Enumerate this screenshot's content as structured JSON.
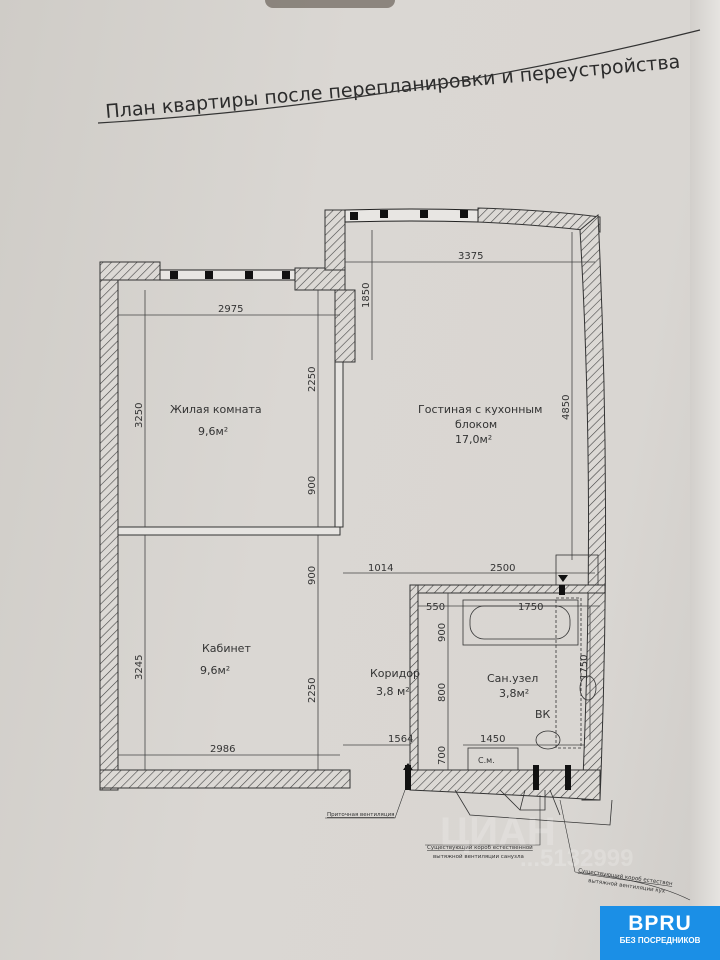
{
  "title": "План квартиры после перепланировки и переустройства",
  "rooms": {
    "living": {
      "name": "Жилая комната",
      "area": "9,6м²"
    },
    "lounge": {
      "name_line1": "Гостиная с кухонным",
      "name_line2": "блоком",
      "area": "17,0м²"
    },
    "study": {
      "name": "Кабинет",
      "area": "9,6м²"
    },
    "corridor": {
      "name": "Коридор",
      "area": "3,8 м²"
    },
    "bathroom": {
      "name": "Сан.узел",
      "area": "3,8м²"
    }
  },
  "dimensions": {
    "d2975": "2975",
    "d3375": "3375",
    "d1850": "1850",
    "d3250": "3250",
    "d2250a": "2250",
    "d900a": "900",
    "d4850": "4850",
    "d1014": "1014",
    "d2500": "2500",
    "d900b": "900",
    "d550": "550",
    "d1750a": "1750",
    "d900c": "900",
    "d3245": "3245",
    "d2250b": "2250",
    "d800": "800",
    "d1750b": "1750",
    "d2986": "2986",
    "d1564": "1564",
    "d700": "700",
    "d1450": "1450"
  },
  "labels": {
    "vk": "ВК",
    "washer": "С.м.",
    "supply_vent": "Приточная вентиляция",
    "bath_vent_line1": "Существующий короб естественной",
    "bath_vent_line2": "вытяжной вентиляции санузла",
    "kitchen_vent_line1": "Существующий короб естествен",
    "kitchen_vent_line2": "вытяжной вентиляции кух"
  },
  "watermark": {
    "brand": "ЦИАН",
    "phone": "...5132999"
  },
  "badge": {
    "logo": "BPRU",
    "subtitle": "БЕЗ ПОСРЕДНИКОВ"
  },
  "colors": {
    "badge": "#1b8fe6",
    "paper": "#d8d5d1",
    "ink": "#333333"
  }
}
